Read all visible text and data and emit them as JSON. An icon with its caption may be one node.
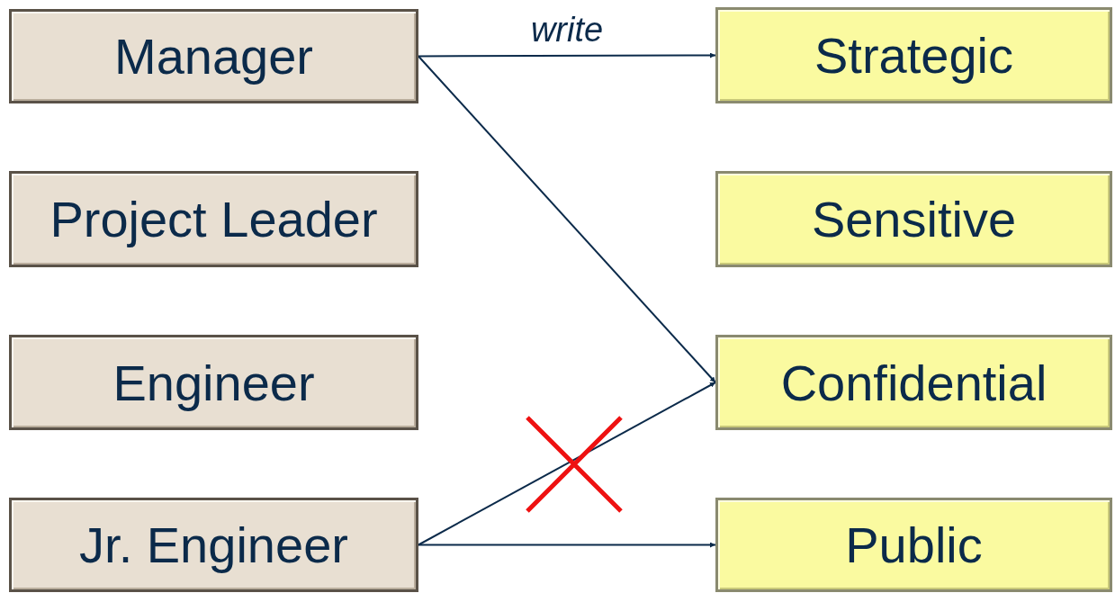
{
  "diagram": {
    "nodes": [
      {
        "text": [
          "Manager"
        ]
      },
      {
        "text": [
          "Project Leader"
        ]
      },
      {
        "text": [
          "Engineer"
        ]
      },
      {
        "text": [
          "Jr. Engineer"
        ]
      },
      {
        "text": [
          "Strategic"
        ]
      },
      {
        "text": [
          "Sensitive"
        ]
      },
      {
        "text": [
          "Confidential"
        ]
      },
      {
        "text": [
          "Public"
        ]
      }
    ],
    "edges": [
      {
        "from": 0,
        "to": 4,
        "arrow": "to",
        "label": "write"
      },
      {
        "from": 0,
        "to": 6,
        "arrow": "to"
      },
      {
        "from": 3,
        "to": 6,
        "arrow": "to"
      },
      {
        "from": 3,
        "to": 7,
        "arrow": "to"
      }
    ]
  }
}
